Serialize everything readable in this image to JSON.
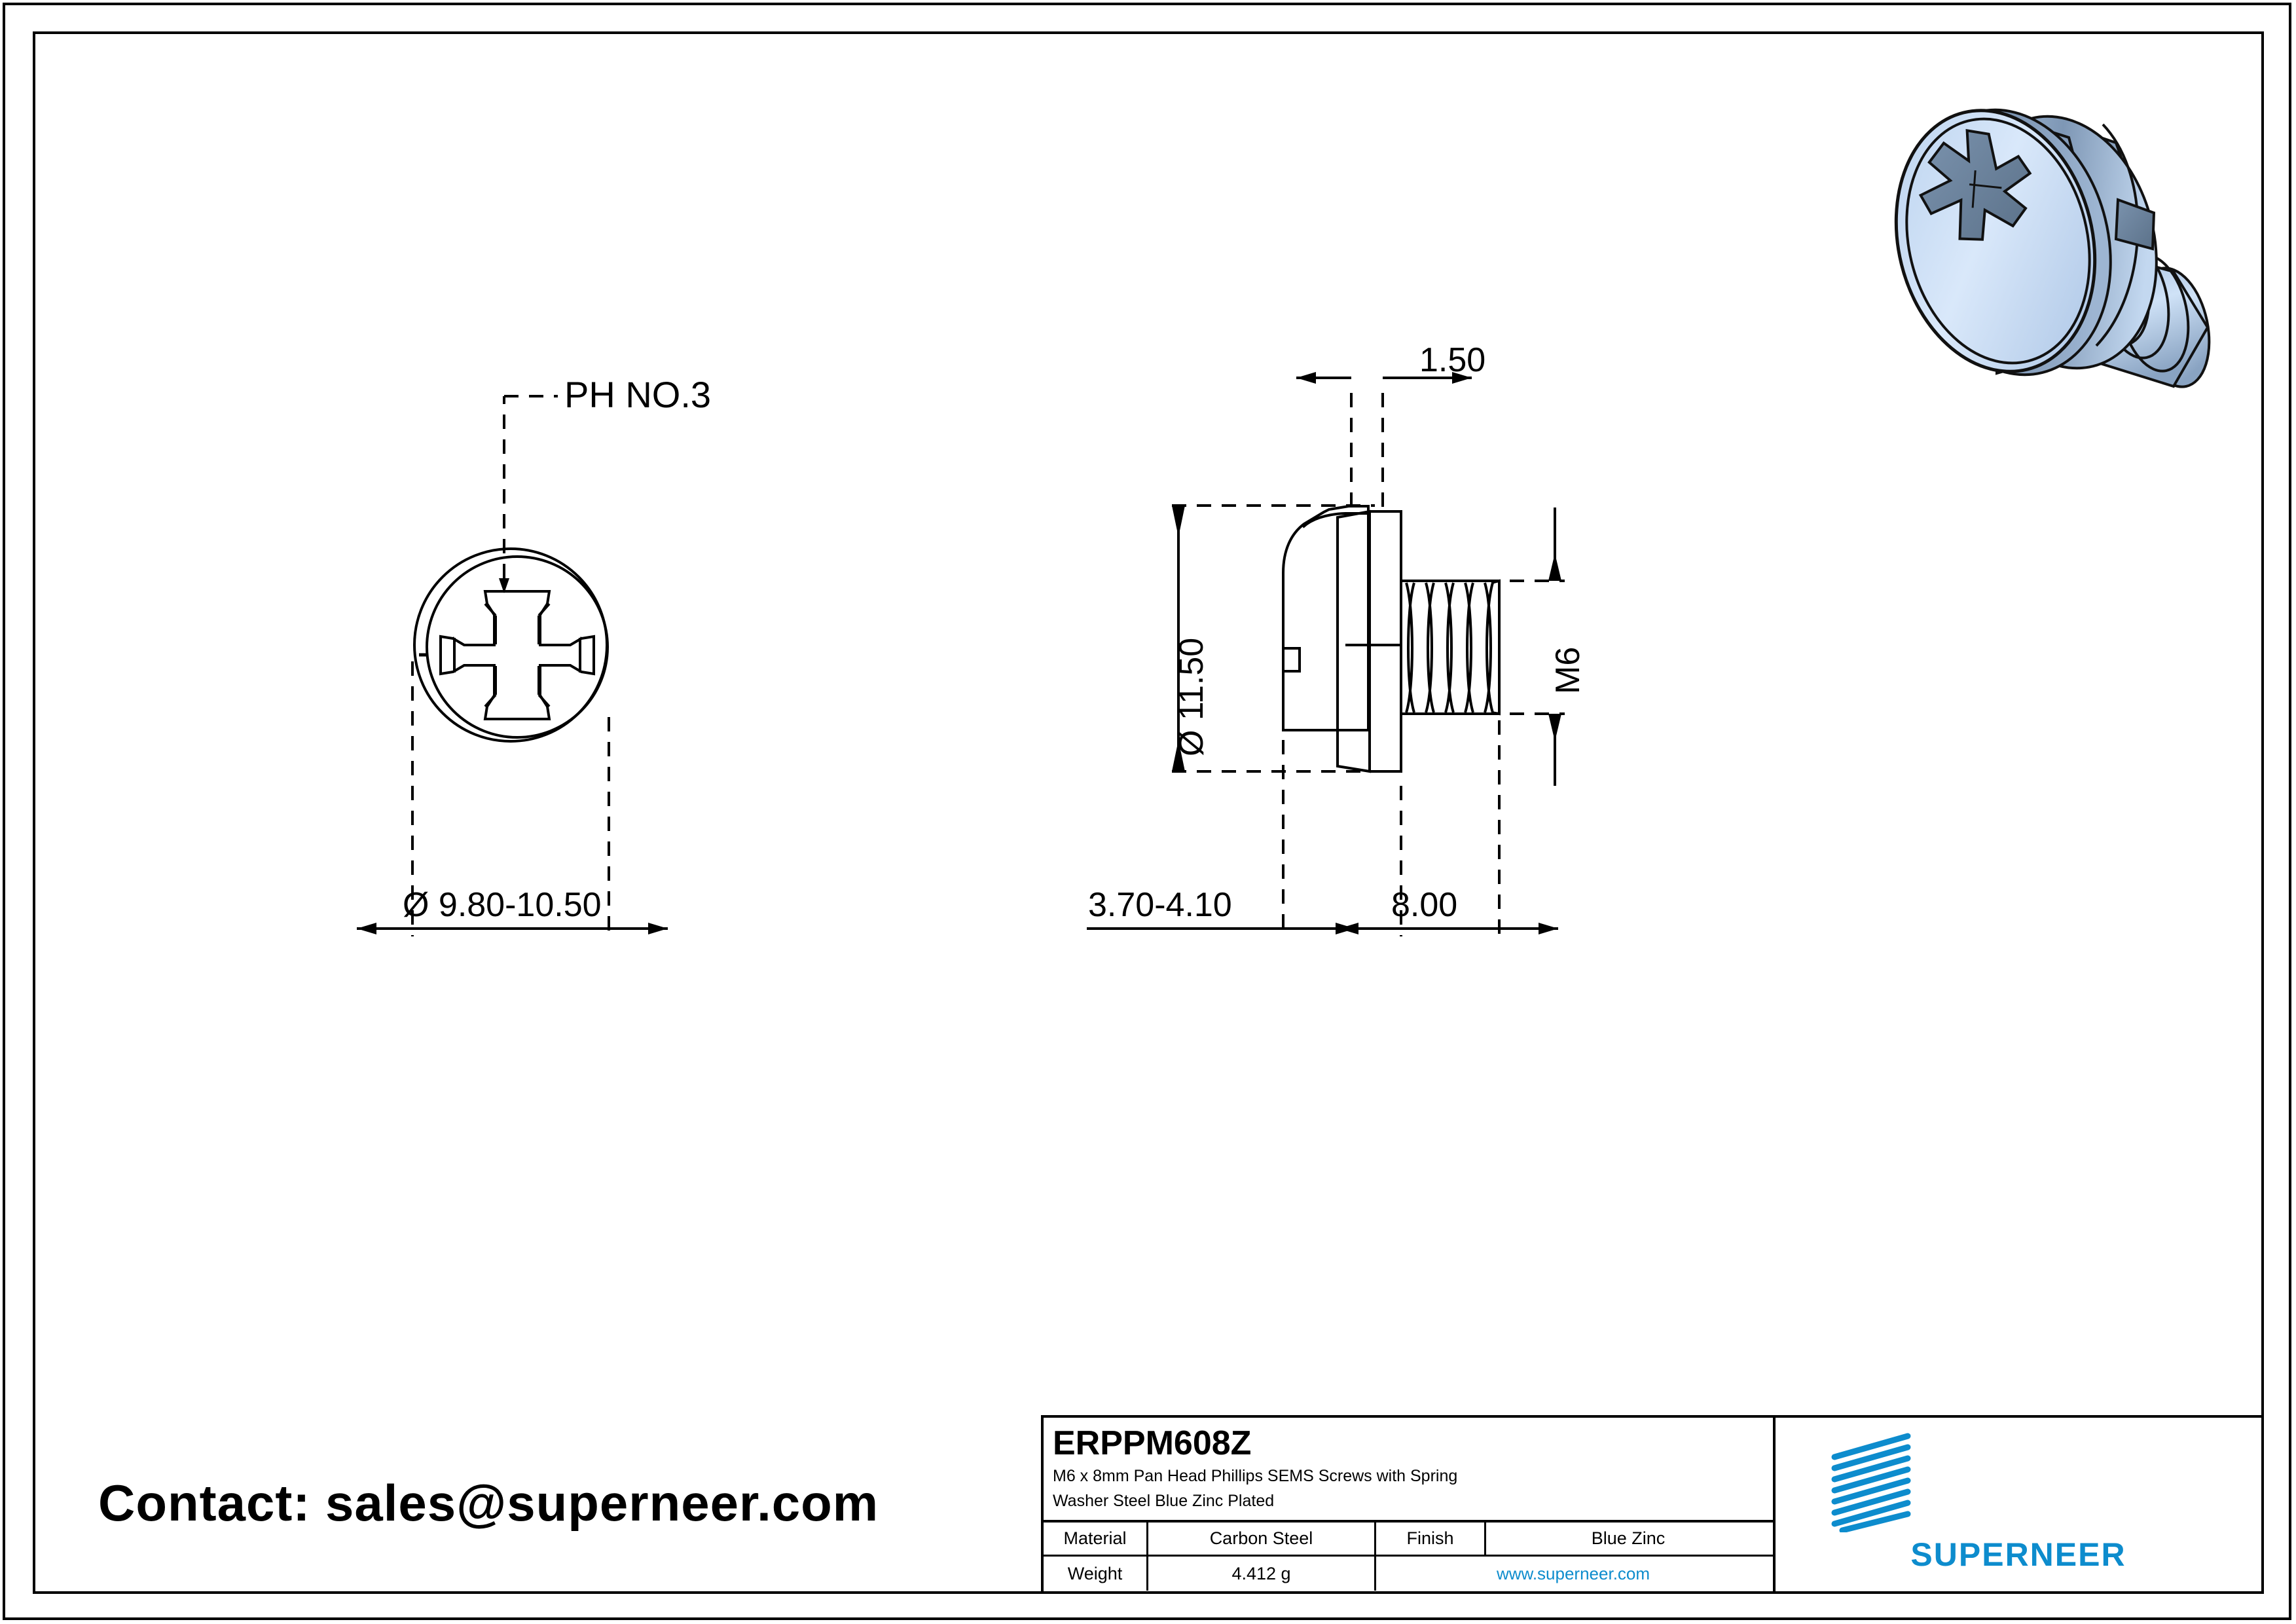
{
  "sheet": {
    "background_color": "#ffffff",
    "line_color": "#000000",
    "accent_color": "#0d8ccd"
  },
  "contact": {
    "text": "Contact: sales@superneer.com"
  },
  "views": {
    "front": {
      "name": "front-view",
      "callout": "PH NO.3",
      "diameter_dimension": "Ø 9.80-10.50"
    },
    "side": {
      "name": "side-view",
      "washer_thickness": "1.50",
      "head_diameter": "Ø 11.50",
      "thread_size": "M6",
      "head_height": "3.70-4.10",
      "thread_length": "8.00"
    }
  },
  "render": {
    "name": "isometric-screw-render",
    "body_light": "#cfe0f5",
    "body_mid": "#9fb8d8",
    "body_dark": "#6d86a4",
    "recess_dark": "#5f7governor"
  },
  "title_block": {
    "part_number": "ERPPM608Z",
    "description_line1": "M6 x 8mm Pan Head Phillips SEMS Screws with Spring",
    "description_line2": "Washer Steel Blue Zinc Plated",
    "material_label": "Material",
    "material_value": "Carbon Steel",
    "finish_label": "Finish",
    "finish_value": "Blue Zinc",
    "weight_label": "Weight",
    "weight_value": "4.412 g",
    "website": "www.superneer.com",
    "brand": "SUPERNEER"
  }
}
